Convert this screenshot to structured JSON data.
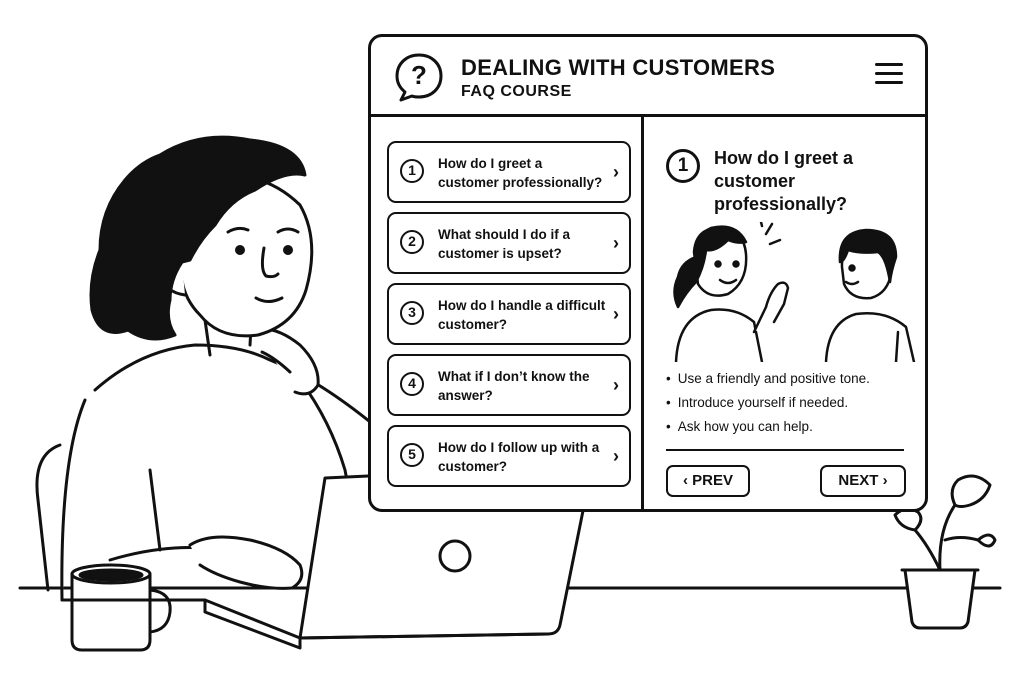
{
  "header": {
    "logo_icon": "question-bubble-icon",
    "title": "DEALING WITH CUSTOMERS",
    "subtitle": "FAQ COURSE",
    "menu_icon": "hamburger-menu-icon"
  },
  "questions": [
    {
      "num": "1",
      "text": "How do I greet a customer professionally?"
    },
    {
      "num": "2",
      "text": "What should I do if a customer is upset?"
    },
    {
      "num": "3",
      "text": "How do I handle a difficult customer?"
    },
    {
      "num": "4",
      "text": "What if I don’t know the answer?"
    },
    {
      "num": "5",
      "text": "How do I follow up with a customer?"
    }
  ],
  "detail": {
    "num": "1",
    "title": "How do I greet a customer professionally?",
    "bullets": [
      "Use a friendly and positive tone.",
      "Introduce yourself if needed.",
      "Ask how you can help."
    ]
  },
  "nav": {
    "prev_label": "‹ PREV",
    "next_label": "NEXT ›"
  },
  "colors": {
    "ink": "#111111",
    "paper": "#ffffff"
  }
}
